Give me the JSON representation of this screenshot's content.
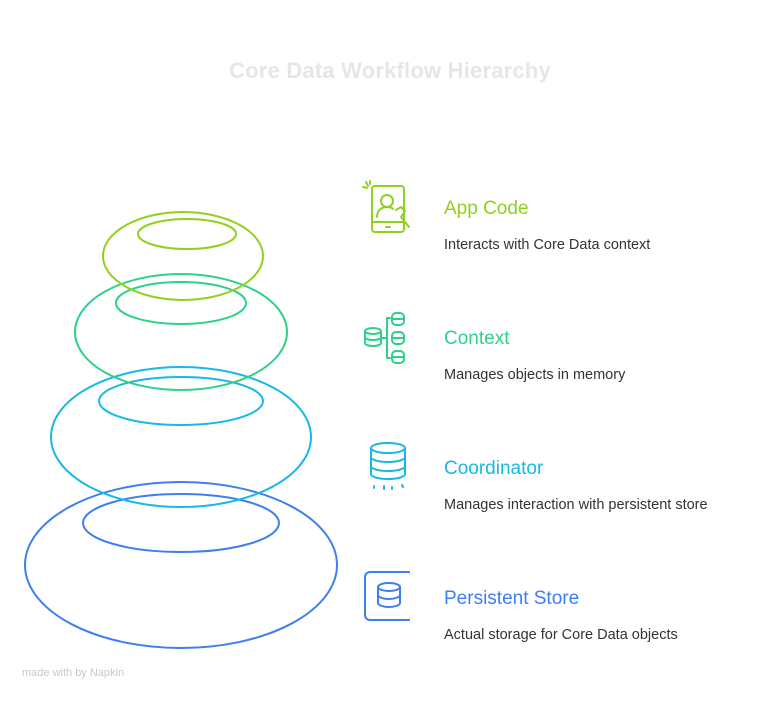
{
  "title": "Core Data Workflow Hierarchy",
  "layers": [
    {
      "id": "app-code",
      "heading": "App Code",
      "description": "Interacts with Core Data context",
      "icon": "user-phone-icon",
      "color": "#8fd21e"
    },
    {
      "id": "context",
      "heading": "Context",
      "description": "Manages objects in memory",
      "icon": "database-branches-icon",
      "color": "#2fd18a"
    },
    {
      "id": "coordinator",
      "heading": "Coordinator",
      "description": "Manages interaction with persistent store",
      "icon": "database-stack-icon",
      "color": "#18b8e8"
    },
    {
      "id": "persistent-store",
      "heading": "Persistent Store",
      "description": "Actual storage for Core Data objects",
      "icon": "database-box-icon",
      "color": "#3d7ff0"
    }
  ],
  "footer": "made with by Napkin"
}
